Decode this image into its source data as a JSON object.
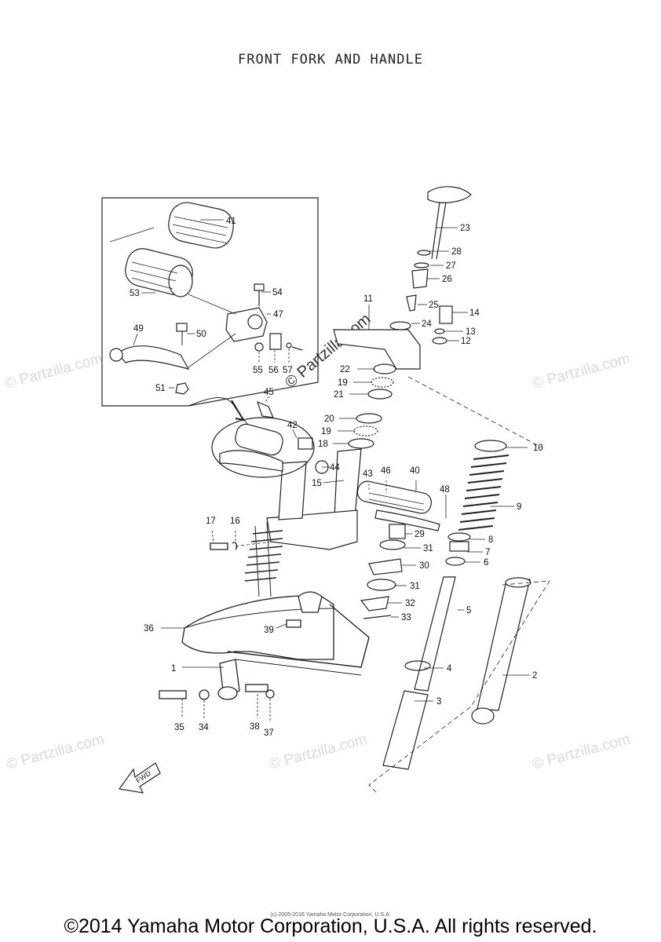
{
  "title": "FRONT FORK AND HANDLE",
  "watermark_text": "© Partzilla.com",
  "center_watermark": "© Partzilla.com",
  "fwd_label": "FWD",
  "small_notice": "(c) 2005-2016 Yamaha Motor Corporation, U.S.A.",
  "copyright": "©2014 Yamaha Motor Corporation, U.S.A. All rights reserved.",
  "callouts": {
    "p1": "1",
    "p2": "2",
    "p3": "3",
    "p4": "4",
    "p5": "5",
    "p6": "6",
    "p7": "7",
    "p8": "8",
    "p9": "9",
    "p10": "10",
    "p11": "11",
    "p12": "12",
    "p13": "13",
    "p14": "14",
    "p15": "15",
    "p16": "16",
    "p17": "17",
    "p18": "18",
    "p19a": "19",
    "p19b": "19",
    "p20": "20",
    "p21": "21",
    "p22": "22",
    "p23": "23",
    "p24": "24",
    "p25": "25",
    "p26": "26",
    "p27": "27",
    "p28": "28",
    "p29": "29",
    "p30": "30",
    "p31a": "31",
    "p31b": "31",
    "p32": "32",
    "p33": "33",
    "p34": "34",
    "p35": "35",
    "p36": "36",
    "p37": "37",
    "p38": "38",
    "p39": "39",
    "p40": "40",
    "p41": "41",
    "p42": "42",
    "p43": "43",
    "p44": "44",
    "p45": "45",
    "p46": "46",
    "p47": "47",
    "p48": "48",
    "p49": "49",
    "p50": "50",
    "p51": "51",
    "p53": "53",
    "p54": "54",
    "p55": "55",
    "p56": "56",
    "p57": "57"
  }
}
